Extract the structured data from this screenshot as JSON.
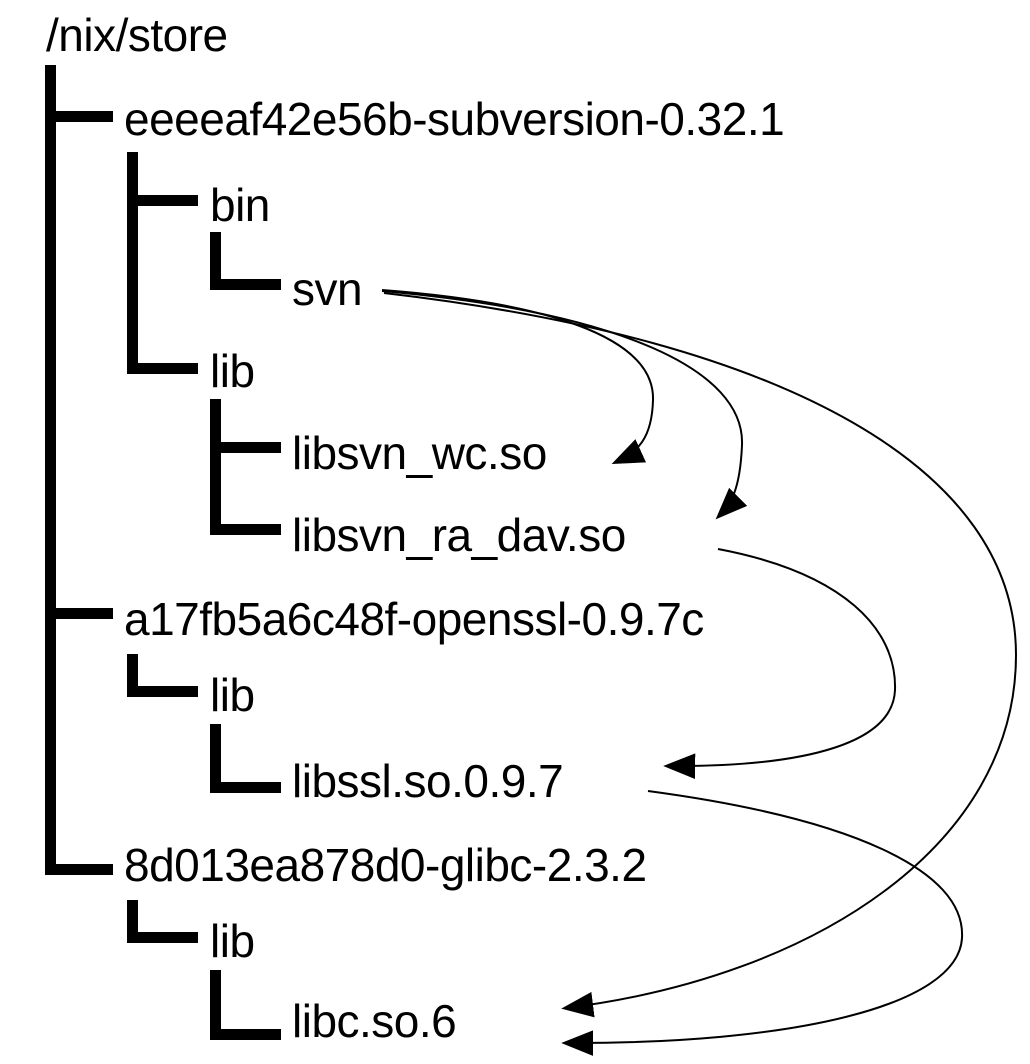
{
  "diagram": {
    "kind": "filesystem-dependency-tree",
    "colors": {
      "foreground": "#000000",
      "background": "#ffffff"
    },
    "labels": {
      "root": "/nix/store",
      "subversion": "eeeeaf42e56b-subversion-0.32.1",
      "bin": "bin",
      "svn": "svn",
      "lib_subversion": "lib",
      "libsvn_wc": "libsvn_wc.so",
      "libsvn_ra_dav": "libsvn_ra_dav.so",
      "openssl": "a17fb5a6c48f-openssl-0.9.7c",
      "lib_openssl": "lib",
      "libssl": "libssl.so.0.9.7",
      "glibc": "8d013ea878d0-glibc-2.3.2",
      "lib_glibc": "lib",
      "libc": "libc.so.6"
    },
    "tree": {
      "root": "/nix/store",
      "packages": [
        {
          "name": "eeeeaf42e56b-subversion-0.32.1",
          "dirs": [
            {
              "name": "bin",
              "files": [
                "svn"
              ]
            },
            {
              "name": "lib",
              "files": [
                "libsvn_wc.so",
                "libsvn_ra_dav.so"
              ]
            }
          ]
        },
        {
          "name": "a17fb5a6c48f-openssl-0.9.7c",
          "dirs": [
            {
              "name": "lib",
              "files": [
                "libssl.so.0.9.7"
              ]
            }
          ]
        },
        {
          "name": "8d013ea878d0-glibc-2.3.2",
          "dirs": [
            {
              "name": "lib",
              "files": [
                "libc.so.6"
              ]
            }
          ]
        }
      ]
    },
    "dependencies": [
      {
        "from": "svn",
        "to": "libsvn_wc.so"
      },
      {
        "from": "svn",
        "to": "libsvn_ra_dav.so"
      },
      {
        "from": "svn",
        "to": "libc.so.6"
      },
      {
        "from": "libsvn_ra_dav.so",
        "to": "libssl.so.0.9.7"
      },
      {
        "from": "libssl.so.0.9.7",
        "to": "libc.so.6"
      }
    ]
  }
}
